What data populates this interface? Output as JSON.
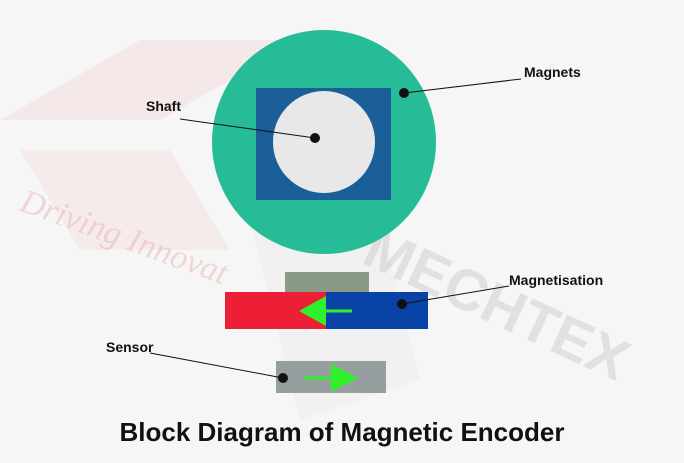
{
  "colors": {
    "background": "#f6f6f6",
    "disc": "#26bc98",
    "square": "#1a5f98",
    "shaft": "#e8e8e8",
    "block_top": "#8a9a84",
    "magnet_red": "#ed1f37",
    "magnet_blue": "#0a43a8",
    "sensor": "#979ea0",
    "arrow": "#2ff02a",
    "label_text": "#111111"
  },
  "icons": [
    "dot-marker-icon",
    "left-arrow-icon",
    "right-arrow-icon"
  ],
  "labels": {
    "shaft": "Shaft",
    "magnets": "Magnets",
    "magnetisation": "Magnetisation",
    "sensor": "Sensor"
  },
  "title": "Block Diagram of Magnetic Encoder",
  "watermark": {
    "tagline": "Driving Innovat",
    "brand": "MECHTEX"
  }
}
